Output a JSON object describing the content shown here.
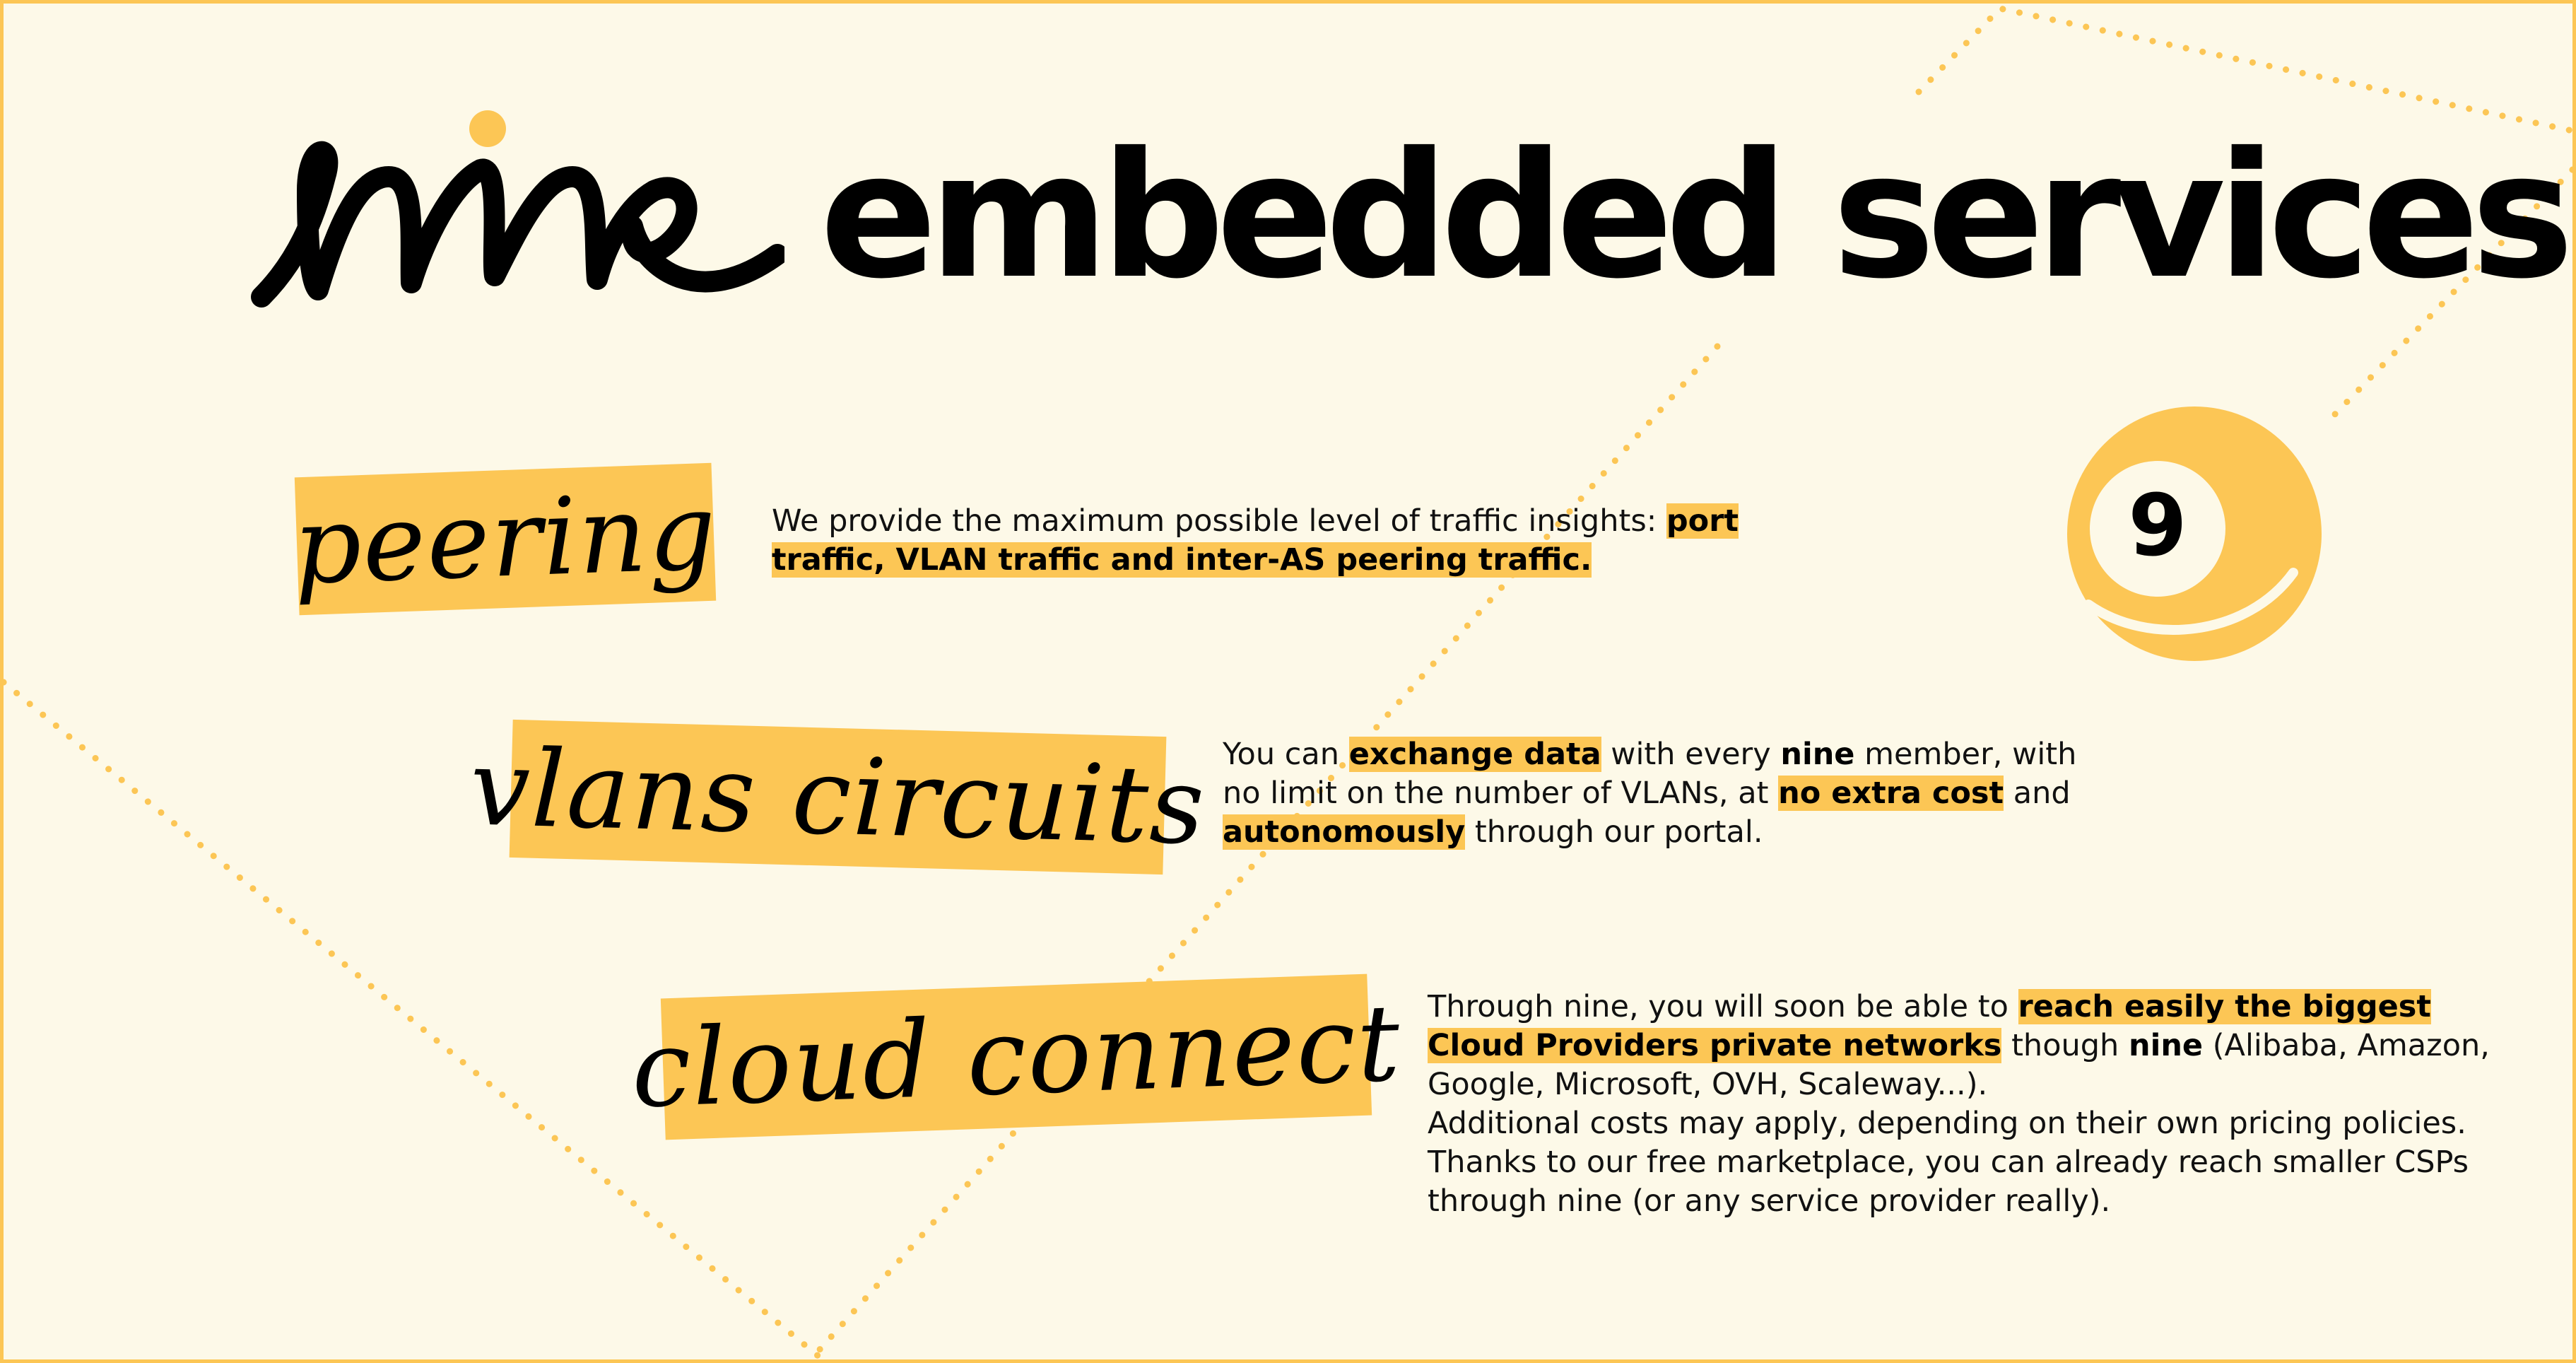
{
  "brand": {
    "logo_text": "nine"
  },
  "title": {
    "rest": "embedded services"
  },
  "ball": {
    "number": "9"
  },
  "colors": {
    "accent": "#fcc655",
    "background": "#fdf9e8",
    "text": "#111111"
  },
  "services": [
    {
      "tag": "peering",
      "desc": [
        [
          {
            "t": "We provide the maximum possible level of traffic insights: "
          },
          {
            "t": "port",
            "h": true
          }
        ],
        [
          {
            "t": "traffic, VLAN traffic and inter-AS peering traffic.",
            "h": true
          }
        ]
      ]
    },
    {
      "tag": "vlans circuits",
      "desc": [
        [
          {
            "t": "You can "
          },
          {
            "t": "exchange data",
            "h": true
          },
          {
            "t": " with every "
          },
          {
            "t": "nine",
            "b": true
          },
          {
            "t": " member, with"
          }
        ],
        [
          {
            "t": "no limit on the number of VLANs, at "
          },
          {
            "t": "no extra cost",
            "h": true
          },
          {
            "t": " and"
          }
        ],
        [
          {
            "t": "autonomously",
            "h": true
          },
          {
            "t": " through our portal."
          }
        ]
      ]
    },
    {
      "tag": "cloud connect",
      "desc": [
        [
          {
            "t": "Through nine, you will soon be able to "
          },
          {
            "t": "reach easily the biggest",
            "h": true
          }
        ],
        [
          {
            "t": "Cloud Providers private networks",
            "h": true
          },
          {
            "t": " though "
          },
          {
            "t": "nine",
            "b": true
          },
          {
            "t": " (Alibaba, Amazon,"
          }
        ],
        [
          {
            "t": "Google, Microsoft, OVH, Scaleway...)."
          }
        ],
        [
          {
            "t": "Additional costs may apply, depending on their own pricing policies."
          }
        ],
        [
          {
            "t": "Thanks to our free marketplace, you can already reach smaller CSPs"
          }
        ],
        [
          {
            "t": "through nine (or any service provider really)."
          }
        ]
      ]
    }
  ]
}
